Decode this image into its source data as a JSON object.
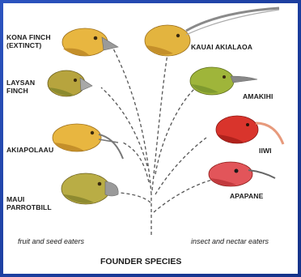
{
  "species_left": [
    {
      "name_line1": "KONA FINCH",
      "name_line2": "(EXTINCT)"
    },
    {
      "name_line1": "LAYSAN",
      "name_line2": "FINCH"
    },
    {
      "name_line1": "AKIAPOLAAU",
      "name_line2": ""
    },
    {
      "name_line1": "MAUI",
      "name_line2": "PARROTBILL"
    }
  ],
  "species_right": [
    {
      "name": "KAUAI AKIALAOA"
    },
    {
      "name": "AMAKIHI"
    },
    {
      "name": "IIWI"
    },
    {
      "name": "APAPANE"
    }
  ],
  "group_labels": {
    "left": "fruit and seed eaters",
    "right": "insect and nectar eaters"
  },
  "root_label": "FOUNDER SPECIES",
  "colors": {
    "frame": "#1f45a8",
    "finch_yellow": "#e8b640",
    "greenish": "#8fae3e",
    "red_bird": "#d9342c",
    "pink_bird": "#e2555a",
    "line": "#555555"
  }
}
